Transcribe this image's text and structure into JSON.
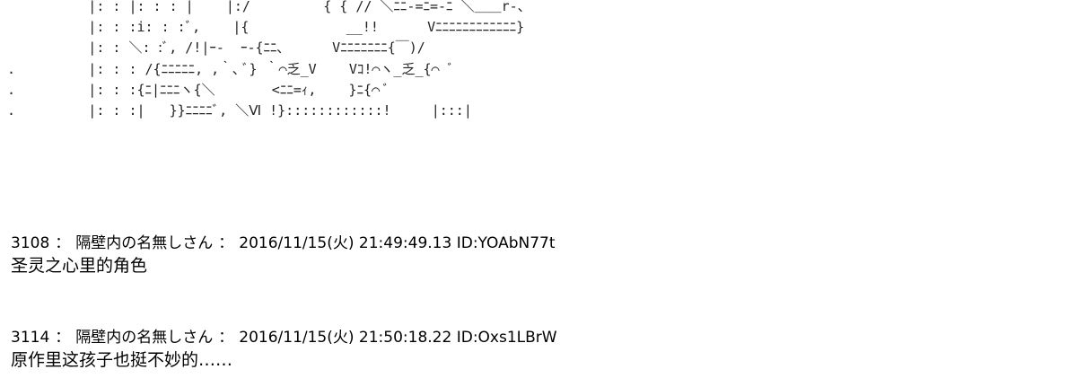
{
  "ascii_art": {
    "lines": [
      "          |: : |: : : |    |:/         { { // ＼ﾆﾆ-=ﾆ=-ﾆ ＼＿＿r-、",
      "          |: : :i: : :ﾞ,    |{            __!!      Vﾆﾆﾆﾆﾆﾆﾆﾆﾆﾆﾆﾆ}",
      "          |: : ＼: :ﾞ, /!|ｰ-  ｰ-{ﾆﾆ､      Vﾆﾆﾆﾆﾆﾆﾆ{￣)/",
      ".         |: : : /{ﾆﾆﾆﾆﾆ, ,｀､ ﾞ} ｀⌒乏_V    Vｺ!⌒ヽ_乏_{⌒ ﾞ",
      ".         |: : :{ﾆ|ﾆﾆﾆヽ{＼       <ﾆﾆ=ｨ,    }ﾆ{⌒ ﾞ",
      ".         |: : :|   }}ﾆﾆﾆﾆﾞ, ＼Ⅵ !}::::::::::::!     |:::|"
    ]
  },
  "posts": [
    {
      "number": "3108",
      "separator": "：",
      "name": "隔壁内の名無しさん",
      "datetime": "2016/11/15(火) 21:49:49.13",
      "id": "ID:YOAbN77t",
      "body": "圣灵之心里的角色"
    },
    {
      "number": "3114",
      "separator": "：",
      "name": "隔壁内の名無しさん",
      "datetime": "2016/11/15(火) 21:50:18.22",
      "id": "ID:Oxs1LBrW",
      "body": "原作里这孩子也挺不妙的……"
    }
  ]
}
